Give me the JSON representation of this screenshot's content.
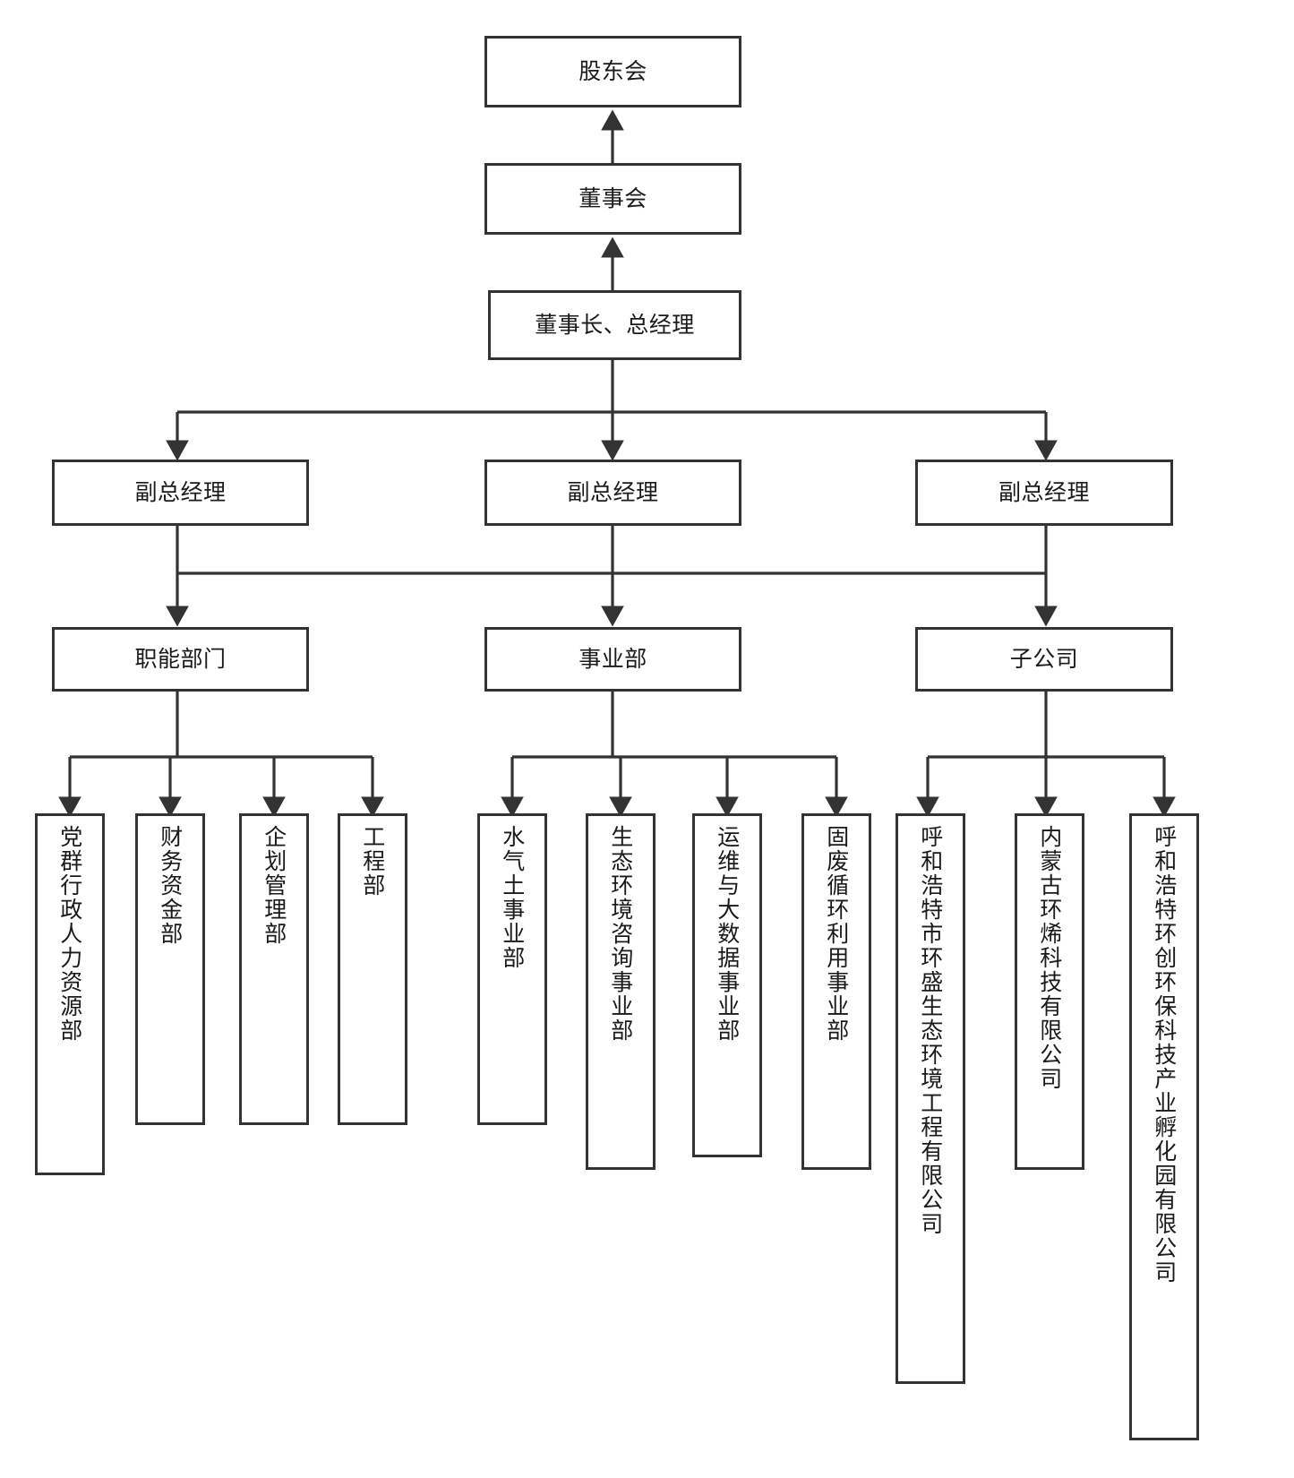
{
  "chart": {
    "type": "org-chart",
    "title": "",
    "orientation": "top-down",
    "box_border_color": "#333333",
    "box_fill_color": "#ffffff",
    "connector_color": "#333333",
    "text_color": "#1a1a1a"
  },
  "nodes": {
    "shareholders": "股东会",
    "board": "董事会",
    "chairman_gm": "董事长、总经理",
    "vp_left": "副总经理",
    "vp_center": "副总经理",
    "vp_right": "副总经理",
    "functional_depts": "职能部门",
    "business_units": "事业部",
    "subsidiaries": "子公司"
  },
  "functional_children": [
    {
      "label": "党群行政人力资源部"
    },
    {
      "label": "财务资金部"
    },
    {
      "label": "企划管理部"
    },
    {
      "label": "工程部"
    }
  ],
  "business_children": [
    {
      "label": "水气土事业部"
    },
    {
      "label": "生态环境咨询事业部"
    },
    {
      "label": "运维与大数据事业部"
    },
    {
      "label": "固废循环利用事业部"
    }
  ],
  "subsidiary_children": [
    {
      "label": "呼和浩特市环盛生态环境工程有限公司"
    },
    {
      "label": "内蒙古环烯科技有限公司"
    },
    {
      "label": "呼和浩特环创环保科技产业孵化园有限公司"
    }
  ]
}
